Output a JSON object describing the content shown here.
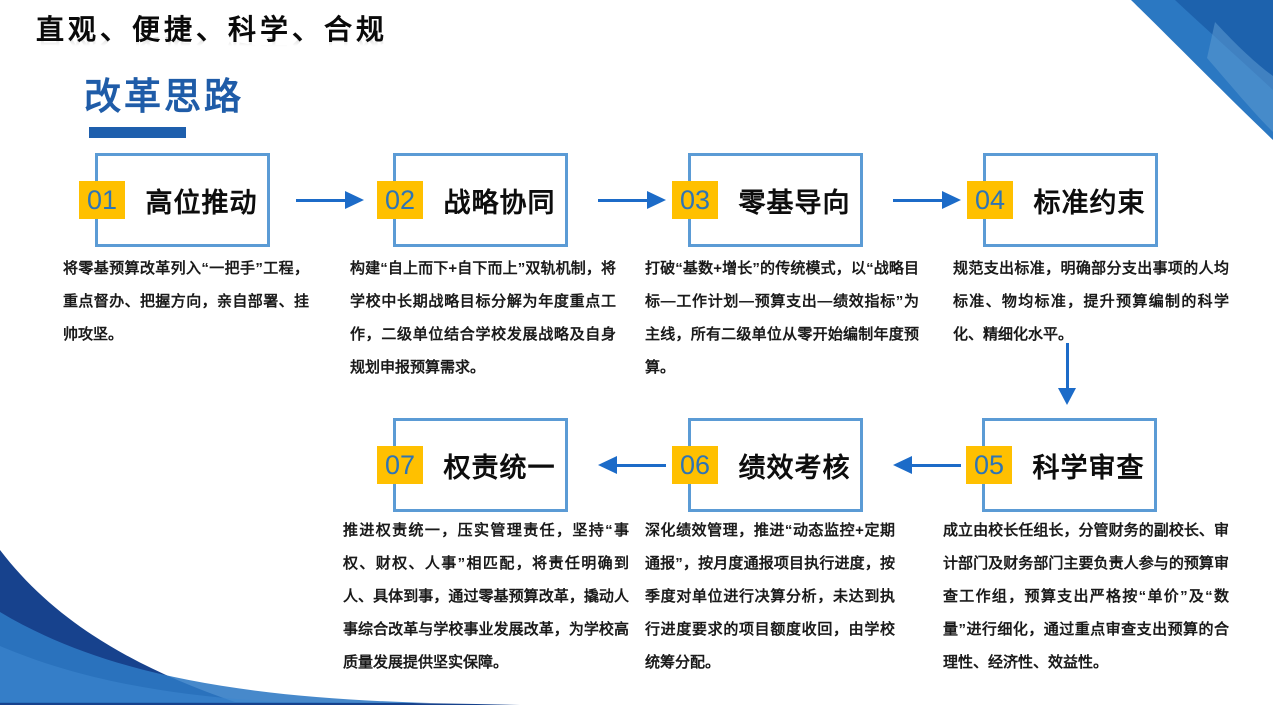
{
  "header": {
    "tagline": "直观、便捷、科学、合规",
    "title": "改革思路"
  },
  "steps": [
    {
      "number": "01",
      "title": "高位推动",
      "desc": "将零基预算改革列入“一把手”工程，重点督办、把握方向，亲自部署、挂帅攻坚。"
    },
    {
      "number": "02",
      "title": "战略协同",
      "desc": "构建“自上而下+自下而上”双轨机制，将学校中长期战略目标分解为年度重点工作，二级单位结合学校发展战略及自身规划申报预算需求。"
    },
    {
      "number": "03",
      "title": "零基导向",
      "desc": "打破“基数+增长”的传统模式，以“战略目标—工作计划—预算支出—绩效指标”为主线，所有二级单位从零开始编制年度预算。"
    },
    {
      "number": "04",
      "title": "标准约束",
      "desc": "规范支出标准，明确部分支出事项的人均标准、物均标准，提升预算编制的科学化、精细化水平。"
    },
    {
      "number": "05",
      "title": "科学审查",
      "desc": "成立由校长任组长，分管财务的副校长、审计部门及财务部门主要负责人参与的预算审查工作组，预算支出严格按“单价”及“数量”进行细化，通过重点审查支出预算的合理性、经济性、效益性。"
    },
    {
      "number": "06",
      "title": "绩效考核",
      "desc": "深化绩效管理，推进“动态监控+定期通报”，按月度通报项目执行进度，按季度对单位进行决算分析，未达到执行进度要求的项目额度收回，由学校统筹分配。"
    },
    {
      "number": "07",
      "title": "权责统一",
      "desc": "推进权责统一，压实管理责任，坚持“事权、财权、人事”相匹配，将责任明确到人、具体到事，通过零基预算改革，撬动人事综合改革与学校事业发展改革，为学校高质量发展提供坚实保障。"
    }
  ],
  "colors": {
    "badge_gold": "#FFC000",
    "number_blue": "#2E74B5",
    "box_border_blue": "#5B9BD5",
    "arrow_blue": "#1C6BC8",
    "title_blue": "#1F5CA8",
    "decoration_dark_blue": "#17428D",
    "decoration_mid_blue": "#2E79C4"
  }
}
